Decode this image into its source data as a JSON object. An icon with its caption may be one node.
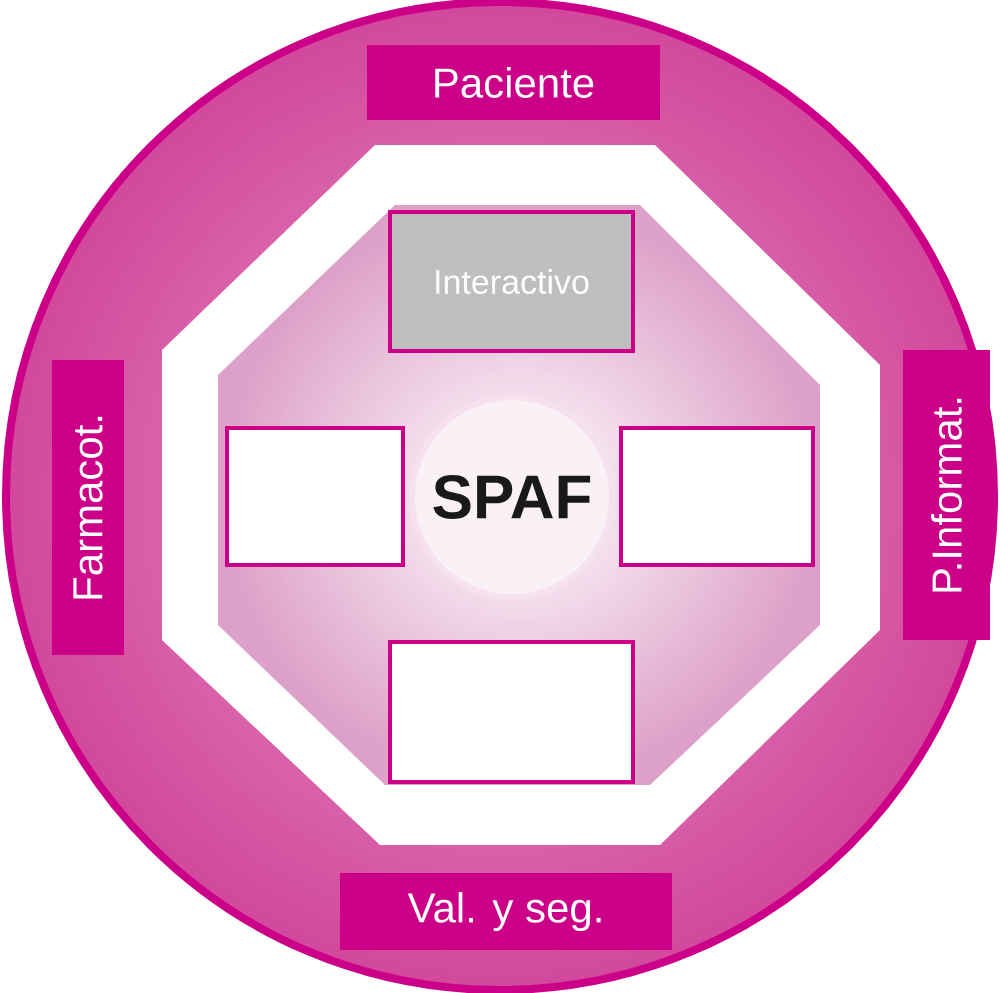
{
  "diagram": {
    "nodes": [
      {
        "text": [
          "Paciente"
        ]
      },
      {
        "text": [
          "Interactivo"
        ]
      },
      {
        "text": [
          "Farmacot."
        ]
      },
      {
        "text": [],
        "shape": "box"
      },
      {
        "text": [
          "SPAF"
        ]
      },
      {
        "text": [],
        "shape": "box"
      },
      {
        "text": [
          "P.Informat."
        ]
      },
      {
        "text": [],
        "shape": "box"
      },
      {
        "text": [
          "Val. y seg."
        ]
      }
    ],
    "edges": []
  }
}
